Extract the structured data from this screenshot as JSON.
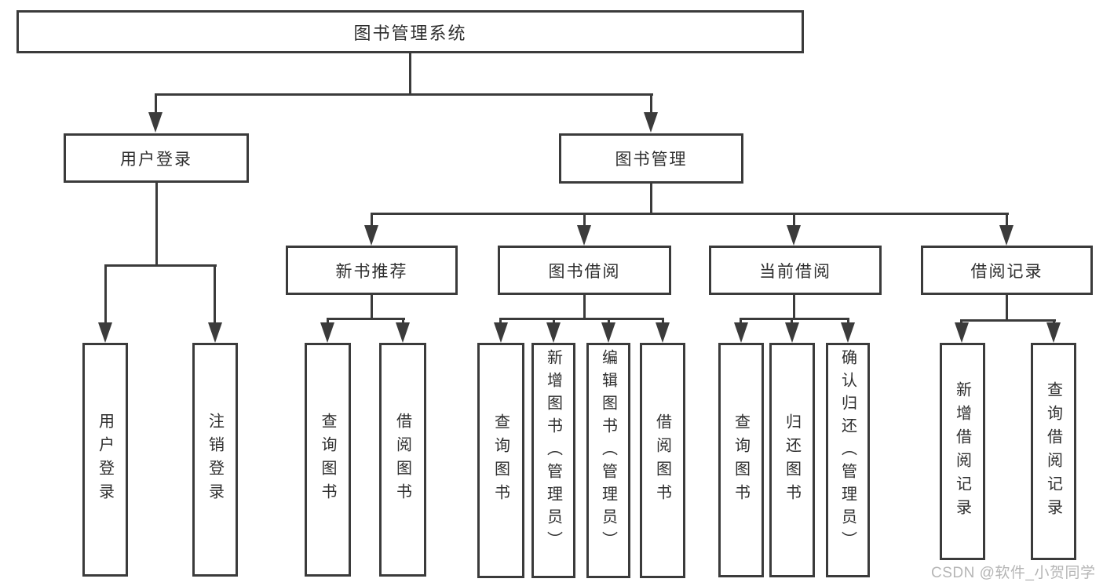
{
  "colors": {
    "line": "#3b3b3b",
    "box_border": "#3b3b3b",
    "text": "#2e2e2e",
    "watermark": "#b5b5b5",
    "background": "#ffffff"
  },
  "watermark": {
    "text": "CSDN @软件_小贺同学"
  },
  "tree": {
    "label": "图书管理系统",
    "children": [
      {
        "label": "用户登录",
        "children": [
          {
            "label": "用户登录"
          },
          {
            "label": "注销登录"
          }
        ]
      },
      {
        "label": "图书管理",
        "children": [
          {
            "label": "新书推荐",
            "children": [
              {
                "label": "查询图书"
              },
              {
                "label": "借阅图书"
              }
            ]
          },
          {
            "label": "图书借阅",
            "children": [
              {
                "label": "查询图书"
              },
              {
                "label": "新增图书（管理员）"
              },
              {
                "label": "编辑图书（管理员）"
              },
              {
                "label": "借阅图书"
              }
            ]
          },
          {
            "label": "当前借阅",
            "children": [
              {
                "label": "查询图书"
              },
              {
                "label": "归还图书"
              },
              {
                "label": "确认归还（管理员）"
              }
            ]
          },
          {
            "label": "借阅记录",
            "children": [
              {
                "label": "新增借阅记录"
              },
              {
                "label": "查询借阅记录"
              }
            ]
          }
        ]
      }
    ]
  }
}
